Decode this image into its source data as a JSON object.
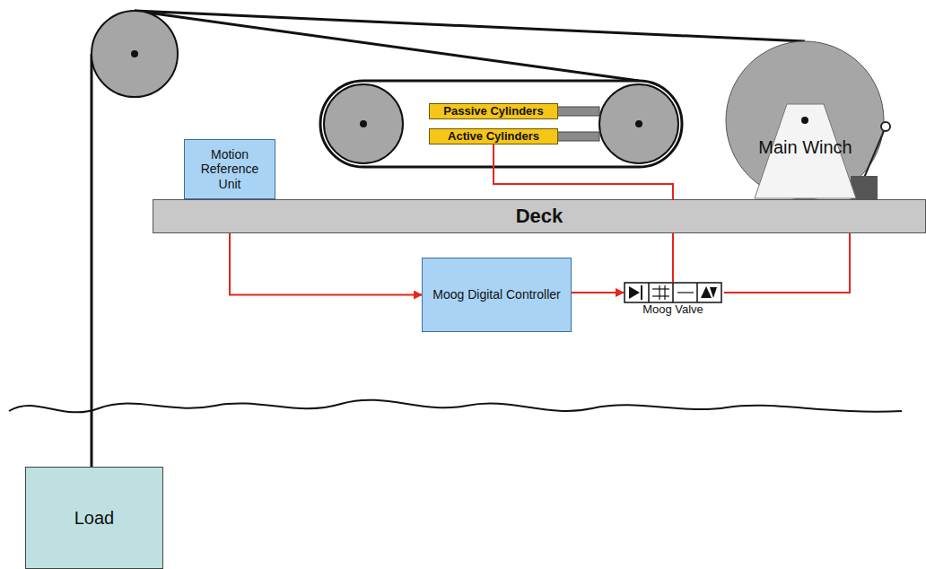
{
  "diagram": {
    "nodes": [
      {
        "text": [
          "Passive Cylinders"
        ]
      },
      {
        "text": [
          "Active Cylinders"
        ]
      },
      {
        "text": [
          "Motion Reference Unit"
        ]
      },
      {
        "text": [
          "Main Winch"
        ]
      },
      {
        "text": [
          "Deck"
        ]
      },
      {
        "text": [
          "Moog Digital Controller"
        ]
      },
      {
        "text": [
          "Moog Valve"
        ]
      },
      {
        "text": [
          "Load"
        ]
      }
    ],
    "edges": [
      {
        "from": 2,
        "to": 5,
        "arrow": "to"
      },
      {
        "from": 5,
        "to": 6,
        "arrow": "to"
      },
      {
        "from": 6,
        "to": 1,
        "arrow": "none"
      },
      {
        "from": 6,
        "to": 3,
        "arrow": "none"
      }
    ]
  }
}
